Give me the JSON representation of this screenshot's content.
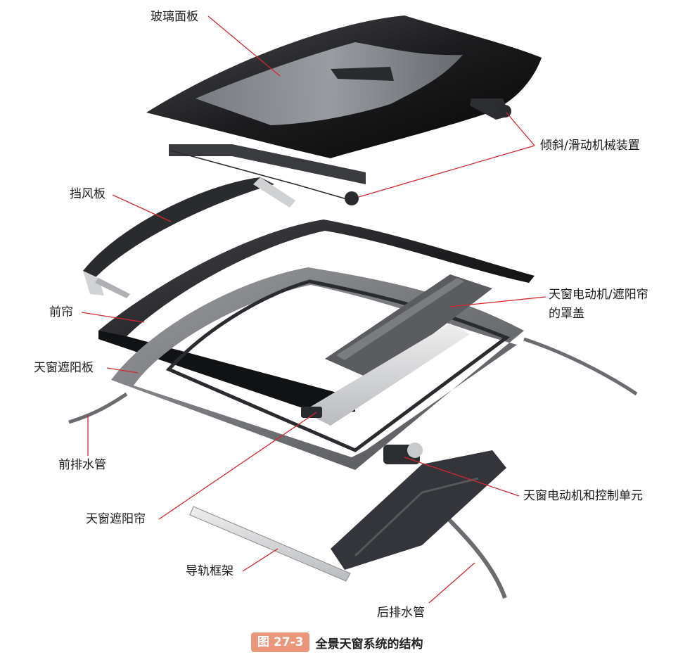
{
  "labels": {
    "glass_panel": "玻璃面板",
    "tilt_slide_mechanism": "倾斜/滑动机械装置",
    "wind_deflector": "挡风板",
    "front_curtain": "前帘",
    "motor_cover_line1": "天窗电动机/遮阳帘",
    "motor_cover_line2": "的罩盖",
    "sunshade_panel": "天窗遮阳板",
    "front_drain": "前排水管",
    "sunshade_blind": "天窗遮阳帘",
    "motor_control_unit": "天窗电动机和控制单元",
    "guide_frame": "导轨框架",
    "rear_drain": "后排水管"
  },
  "caption": {
    "figure_number": "图 27-3",
    "title": "全景天窗系统的结构"
  },
  "colors": {
    "leader_line": "#d7262c",
    "caption_badge": "#e9967a",
    "dark_part": "#1c1c1e",
    "glass": "#8d9196",
    "frame_grey": "#6e7074"
  }
}
